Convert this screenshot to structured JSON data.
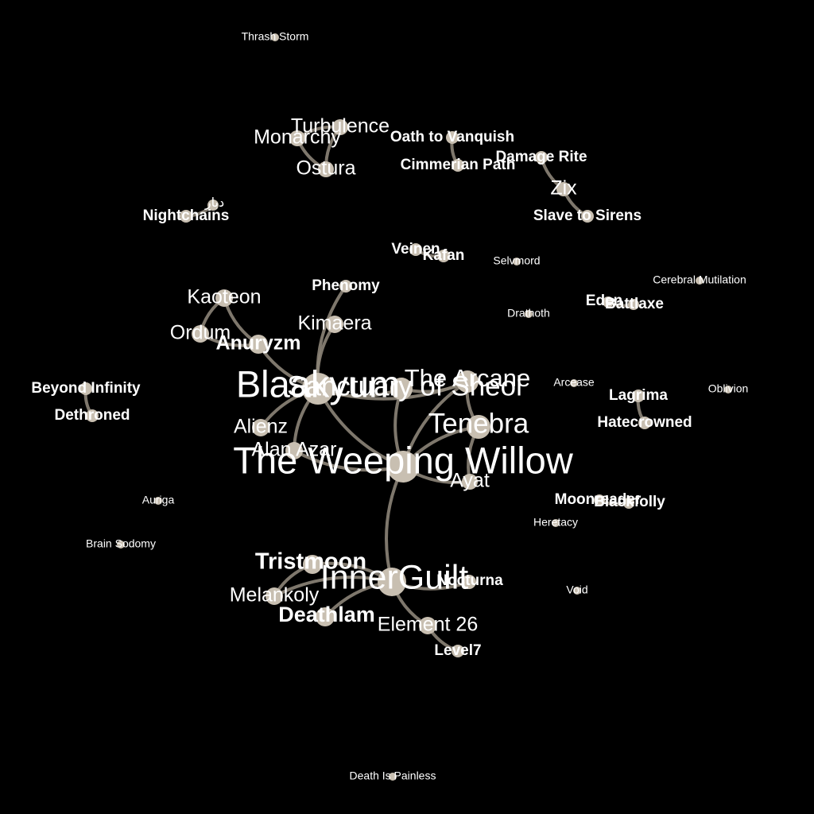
{
  "colors": {
    "background": "#000000",
    "node": "#c8bfb1",
    "edge": "#8c8478",
    "label": "#ffffff"
  },
  "graph": {
    "nodes": [
      {
        "id": "thrash_storm",
        "label": "Thrash Storm"
      },
      {
        "id": "turbulence",
        "label": "Turbulence"
      },
      {
        "id": "monarchy",
        "label": "Monarchy"
      },
      {
        "id": "ostura",
        "label": "Ostura"
      },
      {
        "id": "oath_to_vanquish",
        "label": "Oath to Vanquish"
      },
      {
        "id": "cimmerian_path",
        "label": "Cimmerian Path"
      },
      {
        "id": "damage_rite",
        "label": "Damage Rite"
      },
      {
        "id": "zix",
        "label": "Zix"
      },
      {
        "id": "slave_to_sirens",
        "label": "Slave to Sirens"
      },
      {
        "id": "nightchains",
        "label": "Nightchains"
      },
      {
        "id": "dbar",
        "label": "دبار"
      },
      {
        "id": "veinen",
        "label": "Veinen"
      },
      {
        "id": "kafan",
        "label": "Kafan"
      },
      {
        "id": "selvmord",
        "label": "Selvmord"
      },
      {
        "id": "cerebral_mutilation",
        "label": "Cerebral Mutilation"
      },
      {
        "id": "phenomy",
        "label": "Phenomy"
      },
      {
        "id": "kaoteon",
        "label": "Kaoteon"
      },
      {
        "id": "kimaera",
        "label": "Kimaera"
      },
      {
        "id": "ordum",
        "label": "Ordum"
      },
      {
        "id": "anuryzm",
        "label": "Anuryzm"
      },
      {
        "id": "drathoth",
        "label": "Drathoth"
      },
      {
        "id": "eden",
        "label": "Eden"
      },
      {
        "id": "battlaxe",
        "label": "Battlaxe"
      },
      {
        "id": "blaakyum",
        "label": "Blaakyum"
      },
      {
        "id": "sanctuary_of_sheol",
        "label": "Sanctuary of Sheol"
      },
      {
        "id": "the_arcane",
        "label": "The Arcane"
      },
      {
        "id": "arcease",
        "label": "Arcease"
      },
      {
        "id": "oblivion",
        "label": "Oblivion"
      },
      {
        "id": "beyond_infinity",
        "label": "Beyond Infinity"
      },
      {
        "id": "dethroned",
        "label": "Dethroned"
      },
      {
        "id": "lagrima",
        "label": "Lagrima"
      },
      {
        "id": "hatecrowned",
        "label": "Hatecrowned"
      },
      {
        "id": "tenebra",
        "label": "Tenebra"
      },
      {
        "id": "alienz",
        "label": "Alienz"
      },
      {
        "id": "alan_azar",
        "label": "Alan Azar"
      },
      {
        "id": "the_weeping_willow",
        "label": "The Weeping Willow"
      },
      {
        "id": "ayat",
        "label": "Ayat"
      },
      {
        "id": "auriga",
        "label": "Auriga"
      },
      {
        "id": "moonreader",
        "label": "Moonreader"
      },
      {
        "id": "blackfolly",
        "label": "Blackfolly"
      },
      {
        "id": "heretacy",
        "label": "Heretacy"
      },
      {
        "id": "brain_sodomy",
        "label": "Brain Sodomy"
      },
      {
        "id": "tristmoon",
        "label": "Tristmoon"
      },
      {
        "id": "innerguilt",
        "label": "InnerGuilt"
      },
      {
        "id": "nocturna",
        "label": "Nocturna"
      },
      {
        "id": "melankoly",
        "label": "Melankoly"
      },
      {
        "id": "void",
        "label": "Void"
      },
      {
        "id": "deathlam",
        "label": "Deathlam"
      },
      {
        "id": "element_26",
        "label": "Element 26"
      },
      {
        "id": "level7",
        "label": "Level7"
      },
      {
        "id": "death_is_painless",
        "label": "Death Is Painless"
      }
    ],
    "edges": [
      [
        "turbulence",
        "monarchy"
      ],
      [
        "turbulence",
        "ostura"
      ],
      [
        "monarchy",
        "ostura"
      ],
      [
        "oath_to_vanquish",
        "cimmerian_path"
      ],
      [
        "damage_rite",
        "zix"
      ],
      [
        "zix",
        "slave_to_sirens"
      ],
      [
        "nightchains",
        "dbar"
      ],
      [
        "veinen",
        "kafan"
      ],
      [
        "eden",
        "battlaxe"
      ],
      [
        "beyond_infinity",
        "dethroned"
      ],
      [
        "lagrima",
        "hatecrowned"
      ],
      [
        "moonreader",
        "blackfolly"
      ],
      [
        "kaoteon",
        "ordum"
      ],
      [
        "kaoteon",
        "anuryzm"
      ],
      [
        "ordum",
        "anuryzm"
      ],
      [
        "anuryzm",
        "blaakyum"
      ],
      [
        "phenomy",
        "blaakyum"
      ],
      [
        "kimaera",
        "blaakyum"
      ],
      [
        "blaakyum",
        "sanctuary_of_sheol"
      ],
      [
        "blaakyum",
        "alienz"
      ],
      [
        "blaakyum",
        "alan_azar"
      ],
      [
        "blaakyum",
        "the_weeping_willow"
      ],
      [
        "blaakyum",
        "the_arcane"
      ],
      [
        "sanctuary_of_sheol",
        "the_weeping_willow"
      ],
      [
        "sanctuary_of_sheol",
        "the_arcane"
      ],
      [
        "the_arcane",
        "tenebra"
      ],
      [
        "the_arcane",
        "the_weeping_willow"
      ],
      [
        "tenebra",
        "the_weeping_willow"
      ],
      [
        "tenebra",
        "ayat"
      ],
      [
        "the_weeping_willow",
        "ayat"
      ],
      [
        "the_weeping_willow",
        "innerguilt"
      ],
      [
        "alan_azar",
        "the_weeping_willow"
      ],
      [
        "innerguilt",
        "tristmoon"
      ],
      [
        "innerguilt",
        "melankoly"
      ],
      [
        "innerguilt",
        "deathlam"
      ],
      [
        "innerguilt",
        "nocturna"
      ],
      [
        "innerguilt",
        "element_26"
      ],
      [
        "tristmoon",
        "melankoly"
      ],
      [
        "element_26",
        "level7"
      ]
    ]
  }
}
